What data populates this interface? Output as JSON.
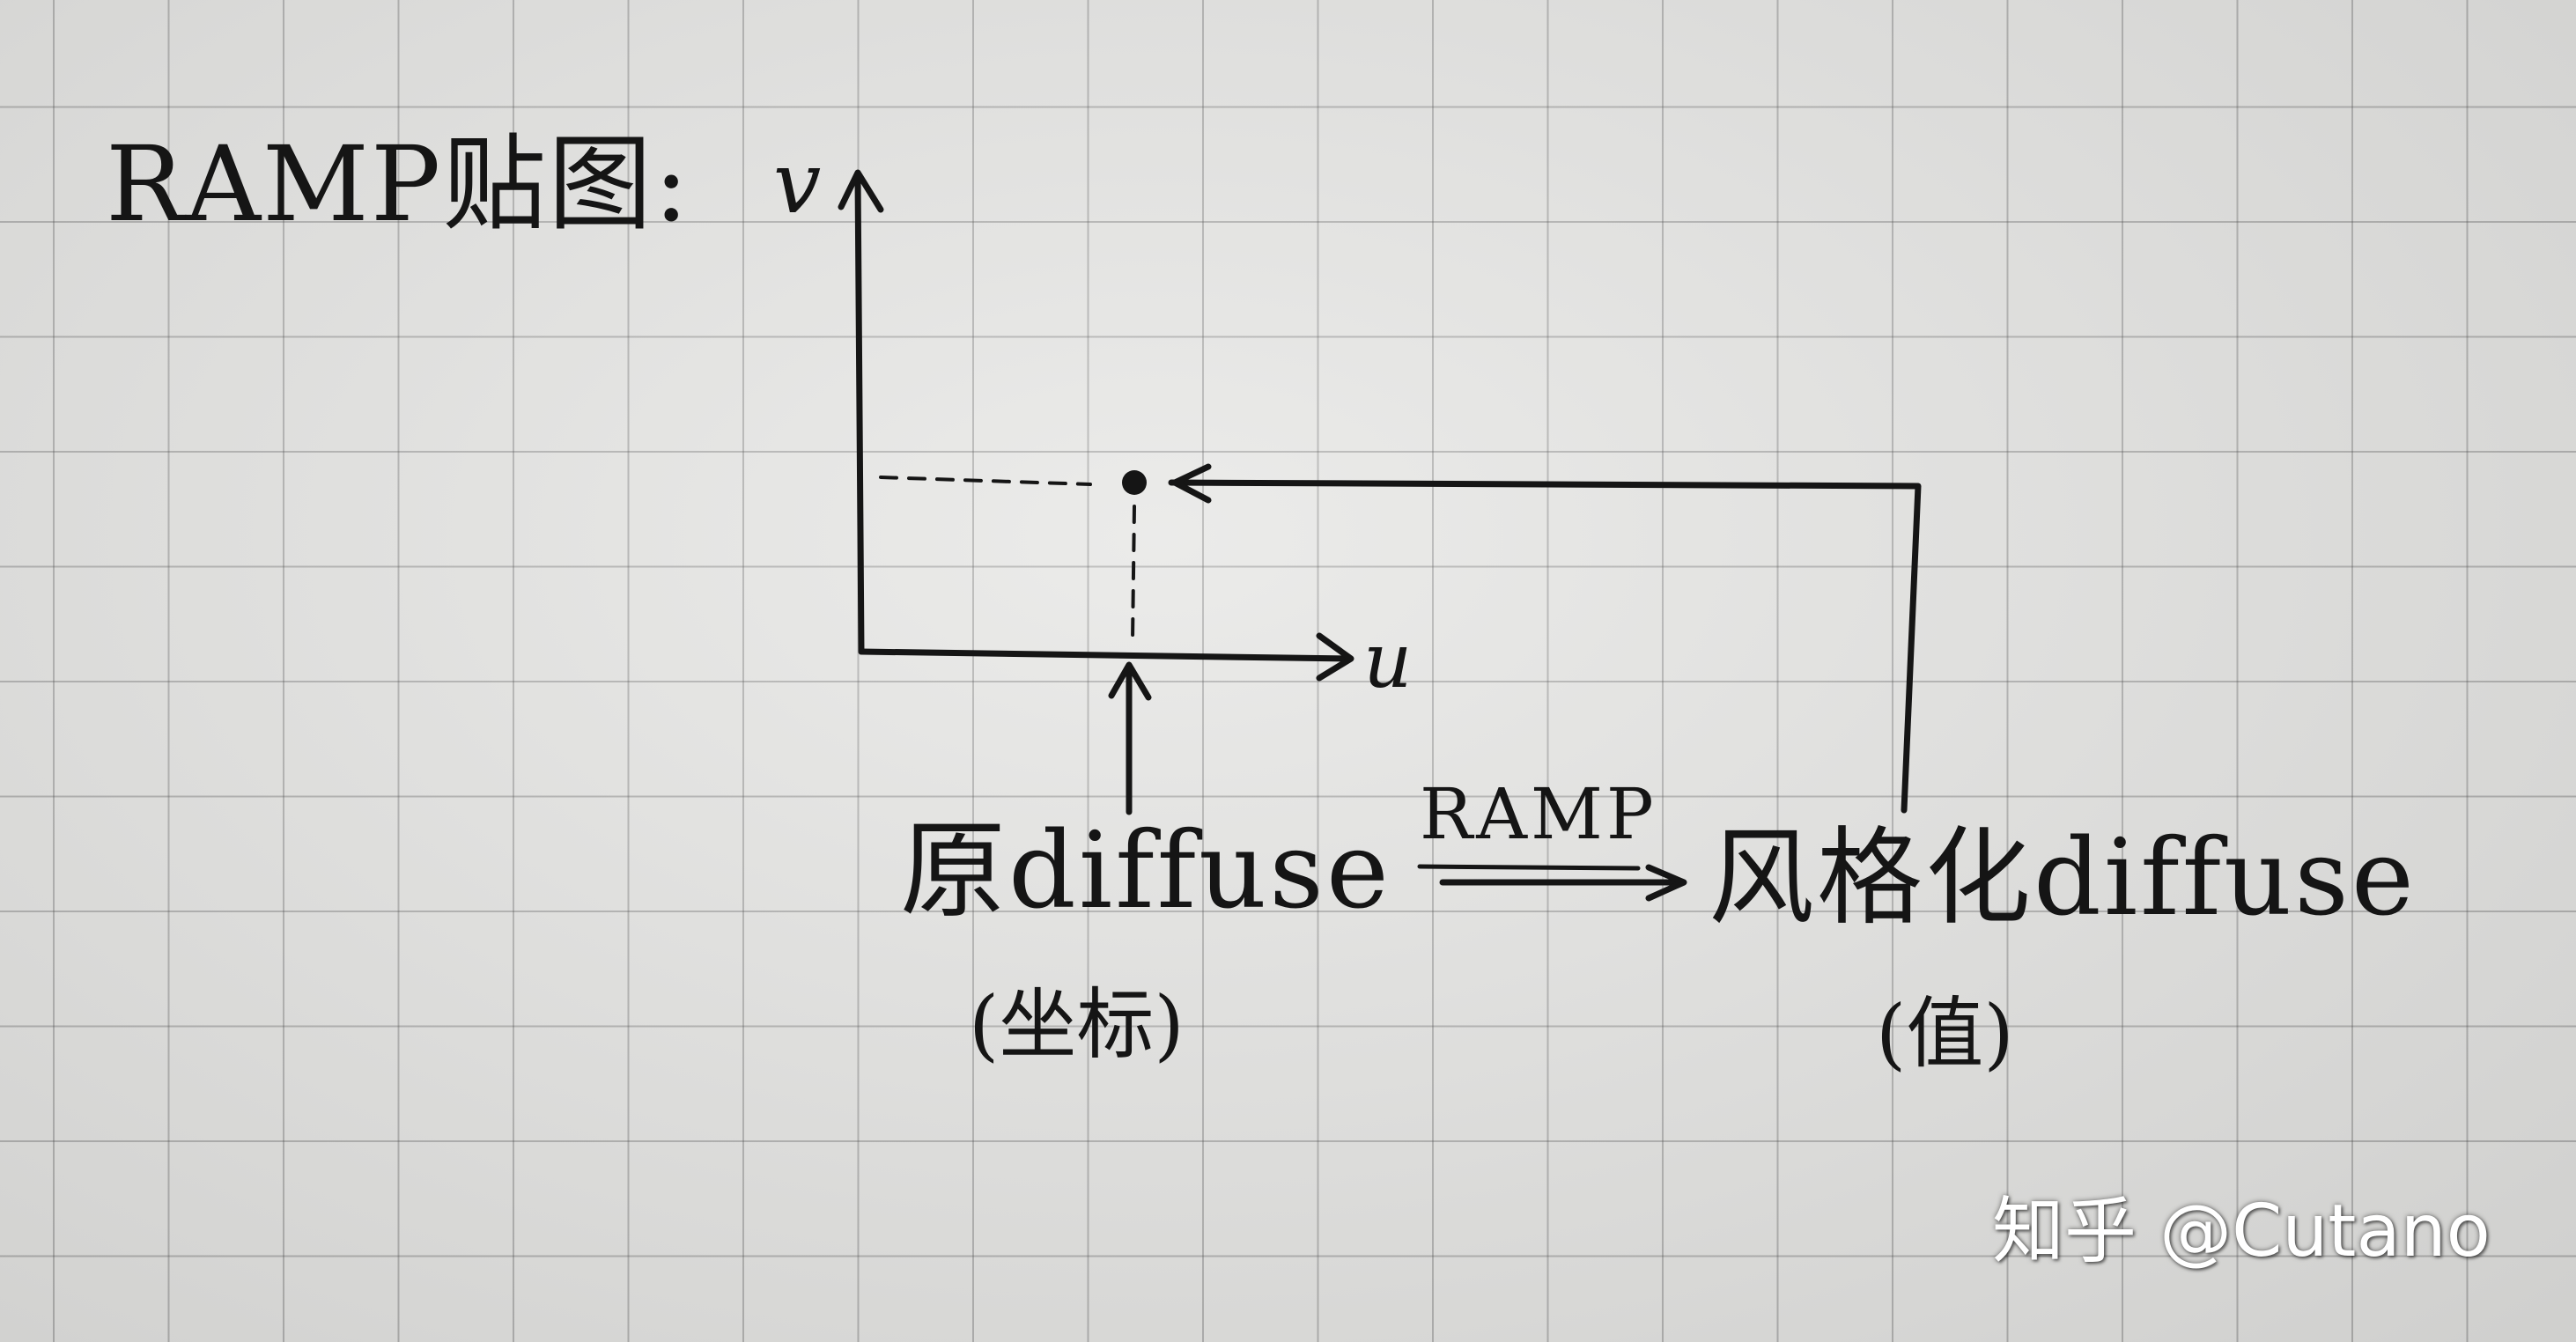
{
  "labels": {
    "title": "RAMP贴图:",
    "axis_v": "v",
    "axis_u": "u",
    "source": "原diffuse",
    "source_note": "(坐标)",
    "ramp": "RAMP",
    "target": "风格化diffuse",
    "target_note": "(值)"
  },
  "watermark": "知乎 @Cutano",
  "colors": {
    "ink": "#151515",
    "paper": "#e7e7e5",
    "grid": "#9a9a9a",
    "watermark": "#ffffff"
  }
}
